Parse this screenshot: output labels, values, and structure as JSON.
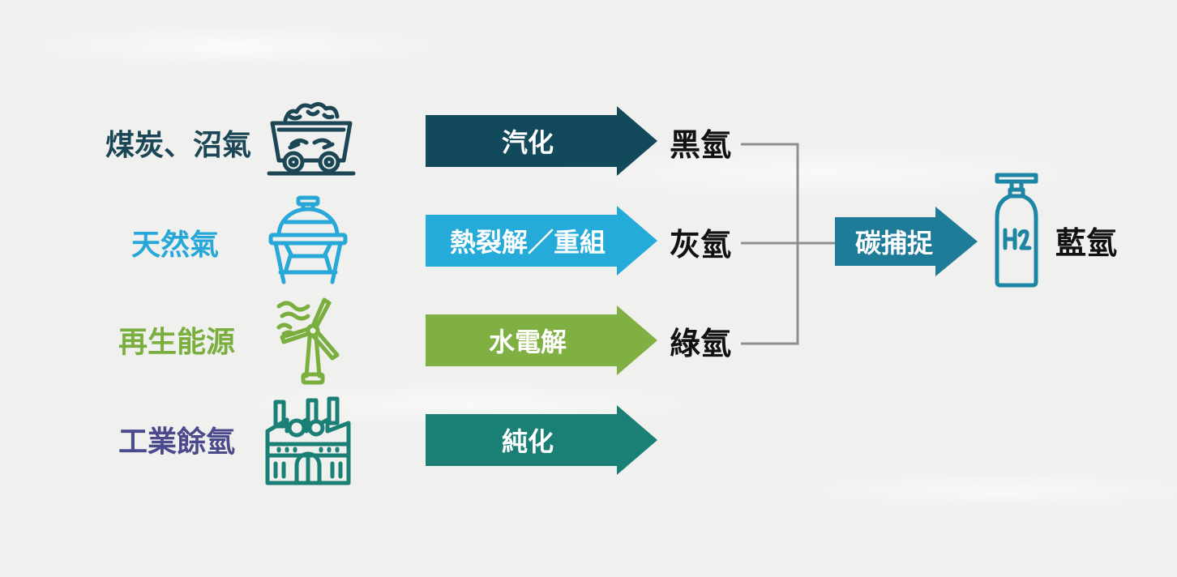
{
  "sources": [
    {
      "label": "煤炭、沼氣",
      "color": "#1b4655",
      "icon": "coal-cart-icon"
    },
    {
      "label": "天然氣",
      "color": "#27a8d8",
      "icon": "gas-tank-icon"
    },
    {
      "label": "再生能源",
      "color": "#7aaf3f",
      "icon": "wind-turbine-icon"
    },
    {
      "label": "工業餘氫",
      "color": "#4a4a8c",
      "icon": "factory-icon"
    }
  ],
  "processes": [
    {
      "label": "汽化",
      "color": "#124a5c"
    },
    {
      "label": "熱裂解／重組",
      "color": "#24abd9"
    },
    {
      "label": "水電解",
      "color": "#80b041"
    },
    {
      "label": "純化",
      "color": "#1a7f75"
    }
  ],
  "hydrogen_types": [
    {
      "label": "黑氫"
    },
    {
      "label": "灰氫"
    },
    {
      "label": "綠氫"
    }
  ],
  "capture": {
    "label": "碳捕捉",
    "color": "#1f7c99"
  },
  "result": {
    "label": "藍氫",
    "icon": "h2-cylinder-icon",
    "icon_color": "#1e86a5"
  },
  "connector_color": "#8f8f8f"
}
